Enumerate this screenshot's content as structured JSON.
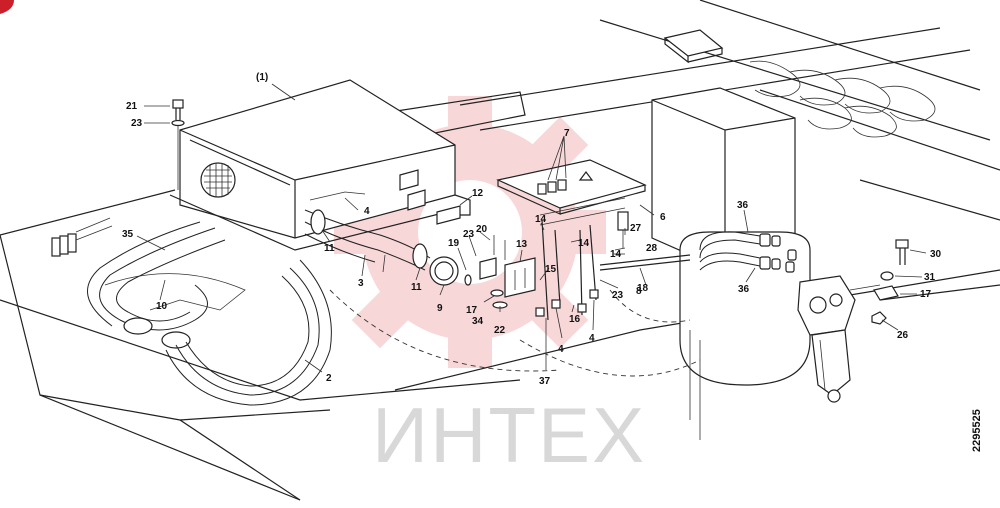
{
  "watermark": {
    "text": "ИНТЕХ",
    "color": "#f3b8ba",
    "text_color": "#d8d8d8"
  },
  "corner_badge_color": "#cc1f2a",
  "drawing_code": "2295525",
  "callouts": {
    "c_1": "(1)",
    "c_2": "2",
    "c_3": "3",
    "c_4a": "4",
    "c_4b": "4",
    "c_4c": "4",
    "c_6": "6",
    "c_7": "7",
    "c_8": "8",
    "c_9": "9",
    "c_10": "10",
    "c_11a": "11",
    "c_11b": "11",
    "c_12": "12",
    "c_13": "13",
    "c_14a": "14",
    "c_14b": "14",
    "c_14c": "14",
    "c_15": "15",
    "c_16": "16",
    "c_17a": "17",
    "c_17b": "17",
    "c_18": "18",
    "c_19": "19",
    "c_20": "20",
    "c_21": "21",
    "c_22": "22",
    "c_23a": "23",
    "c_23b": "23",
    "c_23c": "23",
    "c_26": "26",
    "c_27": "27",
    "c_28": "28",
    "c_30": "30",
    "c_31": "31",
    "c_34": "34",
    "c_35": "35",
    "c_36a": "36",
    "c_36b": "36",
    "c_37": "37"
  }
}
